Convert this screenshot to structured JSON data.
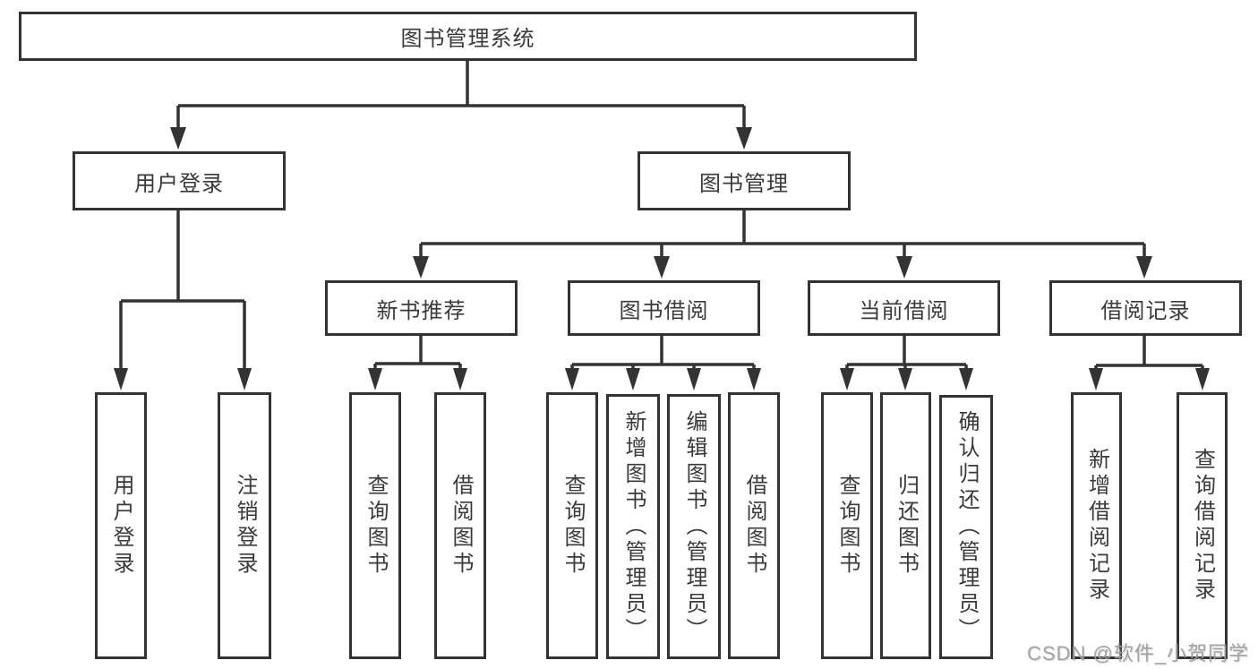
{
  "diagram": {
    "title": {
      "label": "图书管理系统"
    },
    "level2": [
      {
        "label": "用户登录"
      },
      {
        "label": "图书管理"
      }
    ],
    "level3": [
      {
        "label": "新书推荐"
      },
      {
        "label": "图书借阅"
      },
      {
        "label": "当前借阅"
      },
      {
        "label": "借阅记录"
      }
    ],
    "leaves": {
      "user_login": [
        "用户登录",
        "注销登录"
      ],
      "new_book_recommend": [
        "查询图书",
        "借阅图书"
      ],
      "book_borrow": [
        "查询图书",
        "新增图书（管理员）",
        "编辑图书（管理员）",
        "借阅图书"
      ],
      "current_borrow": [
        "查询图书",
        "归还图书",
        "确认归还（管理员）"
      ],
      "borrow_records": [
        "新增借阅记录",
        "查询借阅记录"
      ]
    }
  },
  "watermark": {
    "text": "CSDN @软件_小贺同学"
  },
  "colors": {
    "line": "#333333",
    "box_background": "#ffffff",
    "text": "#3a3a3a",
    "watermark": "#9e9e9e",
    "page_background": "#ffffff"
  }
}
